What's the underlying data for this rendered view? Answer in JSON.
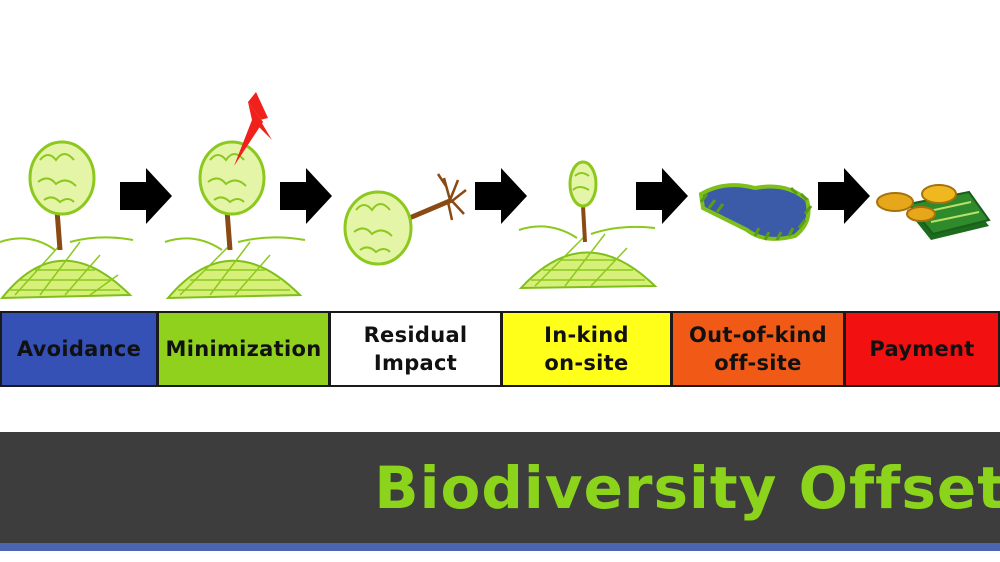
{
  "stages": [
    {
      "label": "Avoidance",
      "color": "#3551b5",
      "text_color": "#111111",
      "icon": "tree-icon"
    },
    {
      "label": "Minimization",
      "color": "#8fd11c",
      "text_color": "#111111",
      "icon": "tree-with-lightning-icon"
    },
    {
      "label": "Residual\nImpact",
      "color": "#ffffff",
      "text_color": "#111111",
      "icon": "fallen-tree-icon"
    },
    {
      "label": "In-kind\non-site",
      "color": "#ffff1a",
      "text_color": "#111111",
      "icon": "sapling-icon"
    },
    {
      "label": "Out-of-kind\noff-site",
      "color": "#f05a16",
      "text_color": "#111111",
      "icon": "pond-icon"
    },
    {
      "label": "Payment",
      "color": "#f21010",
      "text_color": "#111111",
      "icon": "money-icon"
    }
  ],
  "banner": {
    "title": "Biodiversity Offset",
    "background": "#3d3d3d",
    "title_color": "#8cd41c",
    "accent_line": "#4b66b0"
  }
}
